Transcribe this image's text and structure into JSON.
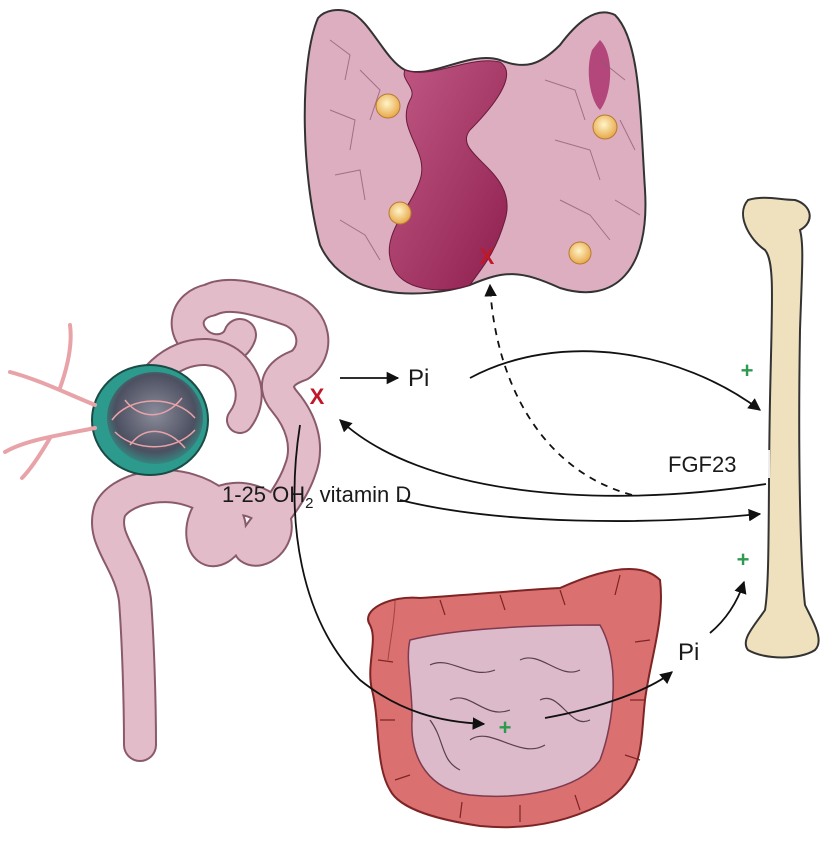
{
  "labels": {
    "pi_top": "Pi",
    "fgf23": "FGF23",
    "vitd_prefix": "1-25 OH",
    "vitd_sub": "2",
    "vitd_suffix": " vitamin D",
    "pi_gut": "Pi"
  },
  "marks": {
    "inhibit": "X",
    "stimulate": "+"
  },
  "colors": {
    "inhibit": "#c0182a",
    "stimulate": "#2e9a50",
    "arrow": "#111111",
    "thyroid": "#d9aabb",
    "thyroid_dark": "#9a2a58",
    "bone": "#efe1bd",
    "intestine_outer": "#d86a6a",
    "intestine_inner": "#dcb9c8",
    "tubule": "#e2bcc8",
    "glomerulus": "#2d9a8e"
  }
}
